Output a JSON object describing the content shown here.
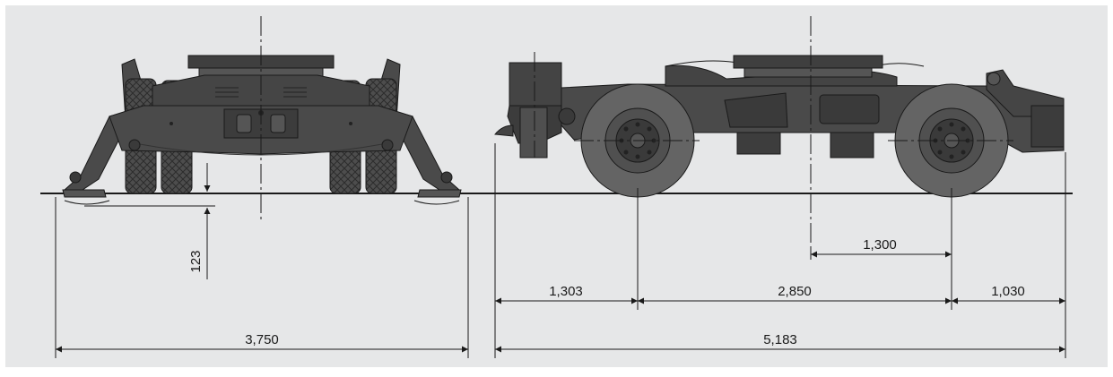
{
  "diagram": {
    "colors": {
      "background": "#e6e7e8",
      "vehicle": "#4a4a4a",
      "vehicle_dark": "#333333",
      "line": "#1a1a1a"
    },
    "dimensions": {
      "front_ground_clearance": "123",
      "front_overall_width": "3,750",
      "rear_overhang_left": "1,303",
      "wheelbase": "2,850",
      "rear_overhang_right": "1,030",
      "fifth_wheel_offset": "1,300",
      "overall_length": "5,183"
    }
  }
}
